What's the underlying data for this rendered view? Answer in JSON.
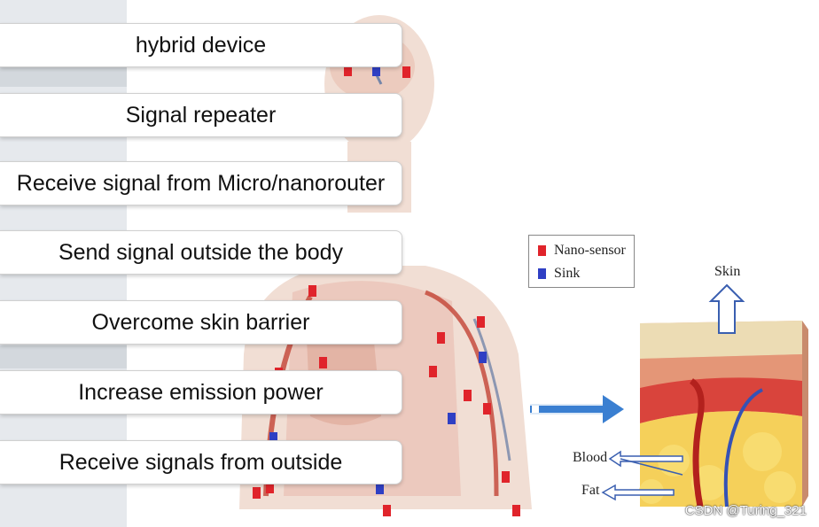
{
  "list": {
    "items": [
      {
        "label": "hybrid device"
      },
      {
        "label": "Signal repeater"
      },
      {
        "label": "Receive signal from Micro/nanorouter"
      },
      {
        "label": "Send signal outside the body"
      },
      {
        "label": "Overcome skin barrier"
      },
      {
        "label": "Increase emission power"
      },
      {
        "label": "Receive signals from outside"
      }
    ]
  },
  "legend": {
    "items": [
      {
        "label": "Nano-sensor",
        "color": "#e0242b"
      },
      {
        "label": "Sink",
        "color": "#2f3fc4"
      }
    ]
  },
  "skin_diagram": {
    "skin_label": "Skin",
    "blood_label": "Blood",
    "fat_label": "Fat"
  },
  "colors": {
    "sensor": "#e0242b",
    "sink": "#2f3fc4",
    "arrow": "#3a7fd1"
  },
  "watermark": "CSDN @Turing_321"
}
